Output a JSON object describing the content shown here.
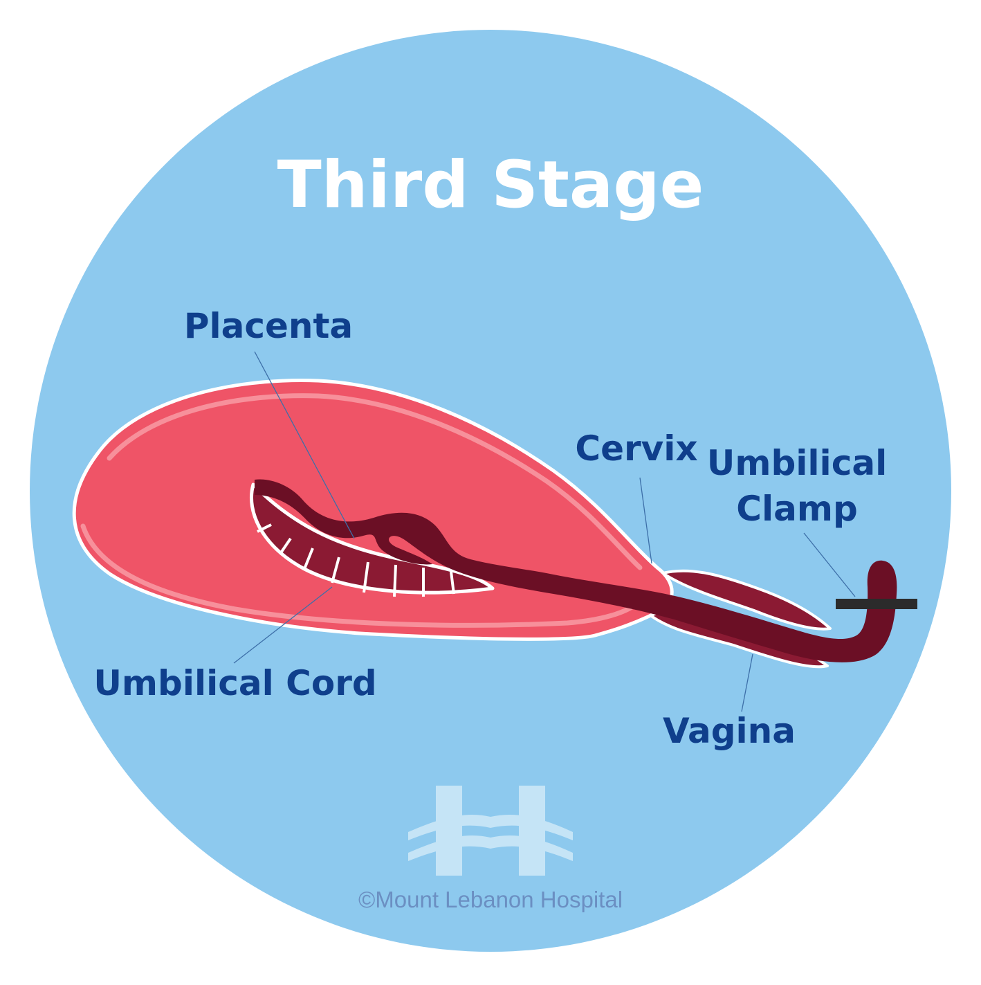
{
  "title": "Third Stage",
  "labels": {
    "placenta": "Placenta",
    "umbilical_cord": "Umbilical Cord",
    "cervix": "Cervix",
    "umbilical_clamp_line1": "Umbilical",
    "umbilical_clamp_line2": "Clamp",
    "vagina": "Vagina"
  },
  "logo": {
    "icon": "hospital-h-logo-icon",
    "credit": "©Mount Lebanon Hospital"
  },
  "colors": {
    "background_circle": "#8dc9ee",
    "uterus": "#ef5467",
    "uterus_inner_line": "#f7909b",
    "placenta": "#8b1a33",
    "umbilical_cord": "#6b0f25",
    "label_text": "#0f3f8c",
    "clamp": "#2b2b2b",
    "logo": "#c5e4f6"
  }
}
